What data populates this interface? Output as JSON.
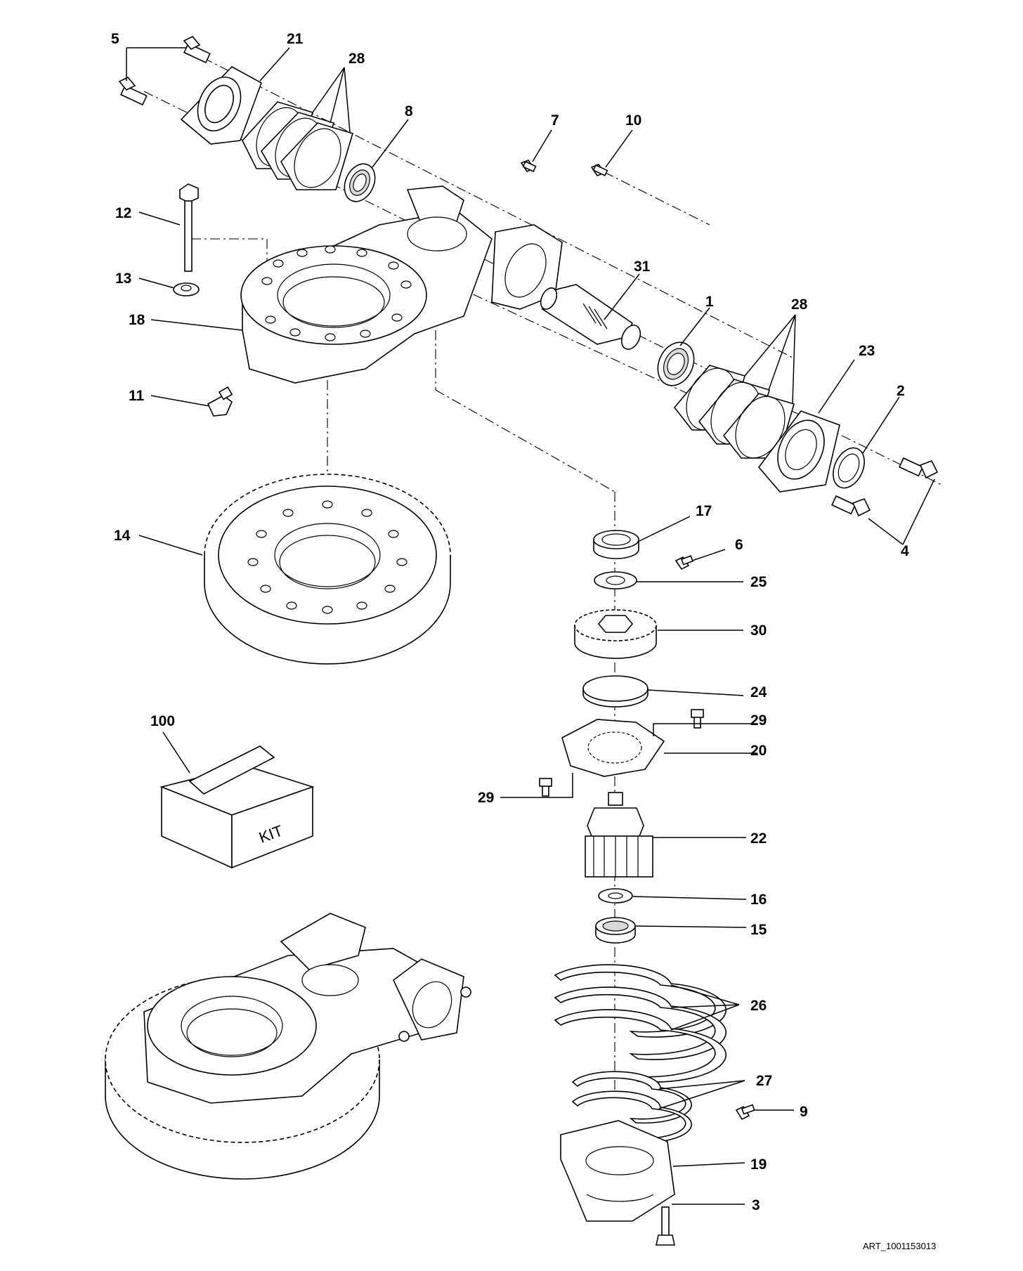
{
  "callouts": {
    "c1": "1",
    "c2": "2",
    "c3": "3",
    "c4": "4",
    "c5": "5",
    "c6": "6",
    "c7": "7",
    "c8": "8",
    "c9": "9",
    "c10": "10",
    "c11": "11",
    "c12": "12",
    "c13": "13",
    "c14": "14",
    "c15": "15",
    "c16": "16",
    "c17": "17",
    "c18": "18",
    "c19": "19",
    "c20": "20",
    "c21": "21",
    "c22": "22",
    "c23": "23",
    "c24": "24",
    "c25": "25",
    "c26": "26",
    "c27": "27",
    "c28a": "28",
    "c28b": "28",
    "c29a": "29",
    "c29b": "29",
    "c30": "30",
    "c31": "31",
    "c100": "100"
  },
  "kit_label": "KIT",
  "art_reference": "ART_1001153013"
}
